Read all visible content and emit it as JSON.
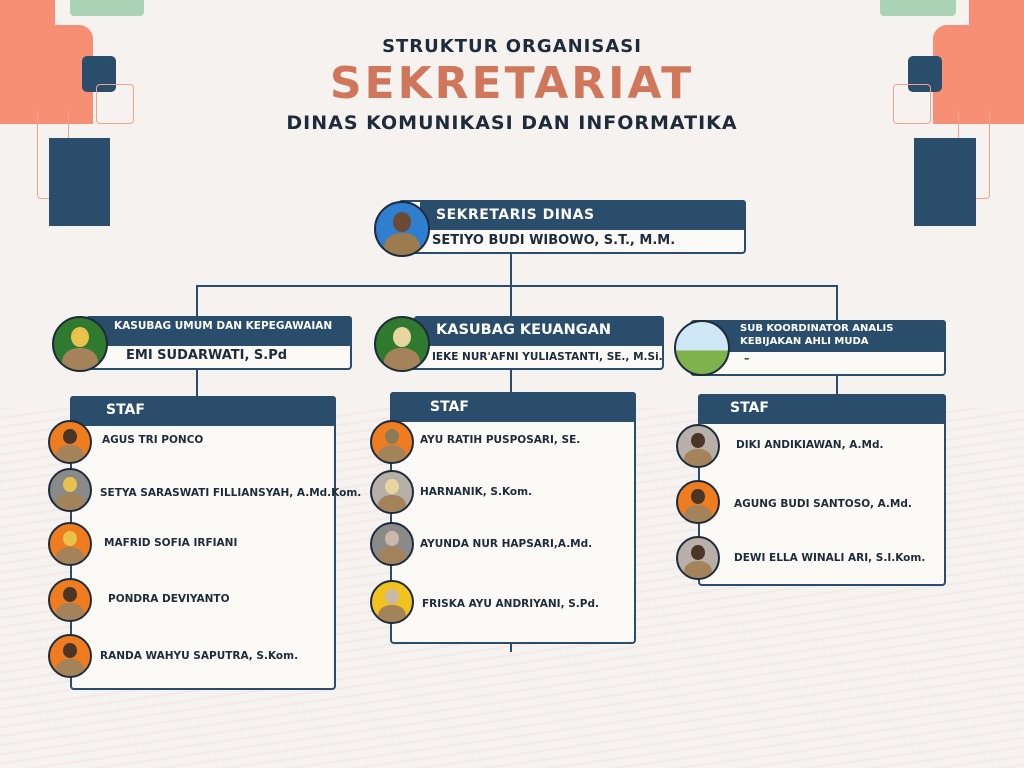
{
  "title": {
    "line1": "STRUKTUR ORGANISASI",
    "line2": "SEKRETARIAT",
    "line3": "DINAS KOMUNIKASI DAN INFORMATIKA"
  },
  "colors": {
    "navy": "#2b4d6c",
    "coral": "#d0765a",
    "salmon": "#f78f74",
    "mint": "#a9d3b4"
  },
  "head": {
    "position": "SEKRETARIS DINAS",
    "name": "SETIYO BUDI WIBOWO, S.T., M.M."
  },
  "units": [
    {
      "position": "KASUBAG UMUM DAN KEPEGAWAIAN",
      "name": "EMI SUDARWATI, S.Pd",
      "staff_label": "STAF",
      "staff": [
        "AGUS TRI PONCO",
        "SETYA SARASWATI FILLIANSYAH, A.Md.Kom.",
        "MAFRID SOFIA IRFIANI",
        "PONDRA DEVIYANTO",
        "RANDA WAHYU SAPUTRA, S.Kom."
      ]
    },
    {
      "position": "KASUBAG KEUANGAN",
      "name": "IEKE NUR'AFNI YULIASTANTI, SE., M.Si.",
      "staff_label": "STAF",
      "staff": [
        "AYU RATIH PUSPOSARI, SE.",
        "HARNANIK, S.Kom.",
        "AYUNDA NUR HAPSARI,A.Md.",
        "FRISKA AYU ANDRIYANI, S.Pd."
      ]
    },
    {
      "position": "SUB KOORDINATOR ANALIS KEBIJAKAN AHLI MUDA",
      "name": "–",
      "staff_label": "STAF",
      "staff": [
        "DIKI ANDIKIAWAN, A.Md.",
        "AGUNG BUDI SANTOSO, A.Md.",
        "DEWI ELLA WINALI ARI, S.I.Kom."
      ]
    }
  ]
}
